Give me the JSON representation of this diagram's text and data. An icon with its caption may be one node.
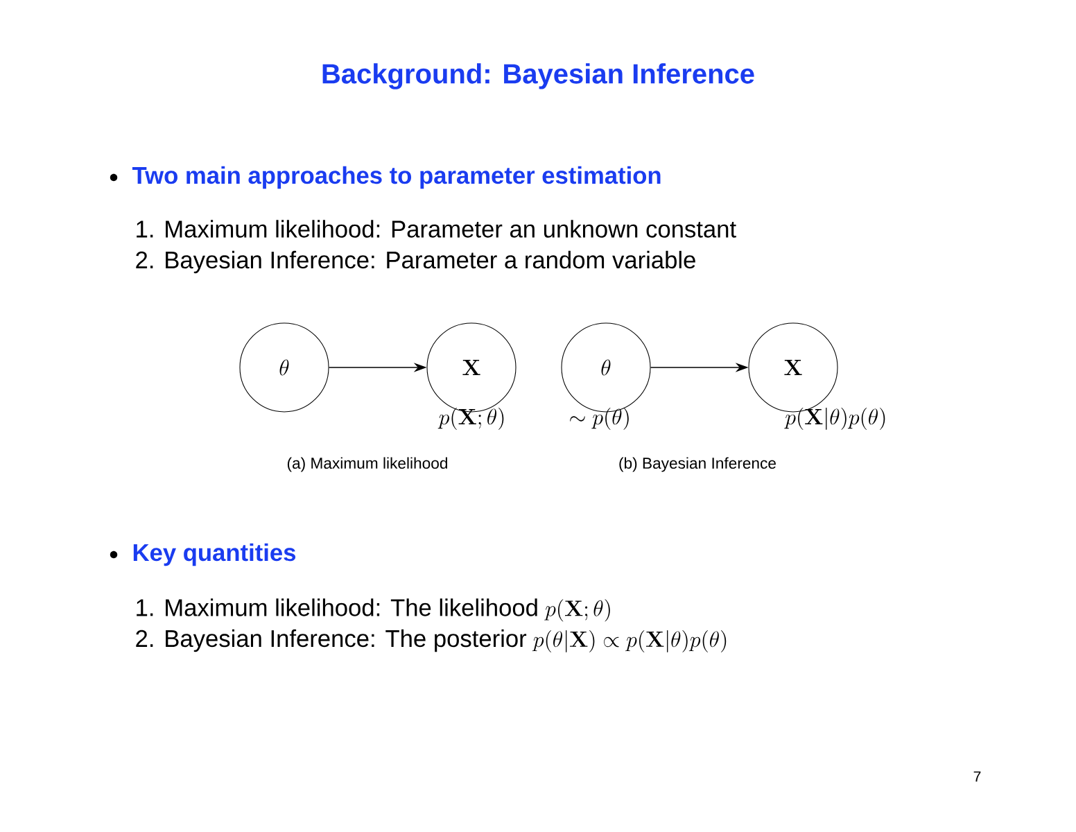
{
  "diagram": {
    "title": "Background: Bayesian Inference",
    "nodes": [
      {
        "text": [
          "\\theta"
        ]
      },
      {
        "text": [
          "\\mathbf{X}"
        ],
        "beside": [
          "p(\\mathbf{X};\\theta)"
        ]
      },
      {
        "text": [
          "\\theta"
        ],
        "beside": [
          "\\sim p(\\theta)"
        ]
      },
      {
        "text": [
          "\\mathbf{X}"
        ],
        "beside": [
          "p(\\mathbf{X}|\\theta)p(\\theta)"
        ]
      }
    ],
    "edges": [
      {
        "from": 0,
        "to": 1,
        "arrow": "to"
      },
      {
        "from": 2,
        "to": 3,
        "arrow": "to"
      }
    ],
    "labels": [
      "Two main approaches to parameter estimation",
      "1. Maximum likelihood: Parameter an unknown constant",
      "2. Bayesian Inference: Parameter a random variable",
      "(a) Maximum likelihood",
      "(b) Bayesian Inference",
      "Key quantities",
      "1. Maximum likelihood: The likelihood",
      "p(\\mathbf{X};\\theta)",
      "2. Bayesian Inference: The posterior",
      "p(\\theta|\\mathbf{X}) \\propto p(\\mathbf{X}|\\theta)p(\\theta)",
      "7"
    ]
  }
}
